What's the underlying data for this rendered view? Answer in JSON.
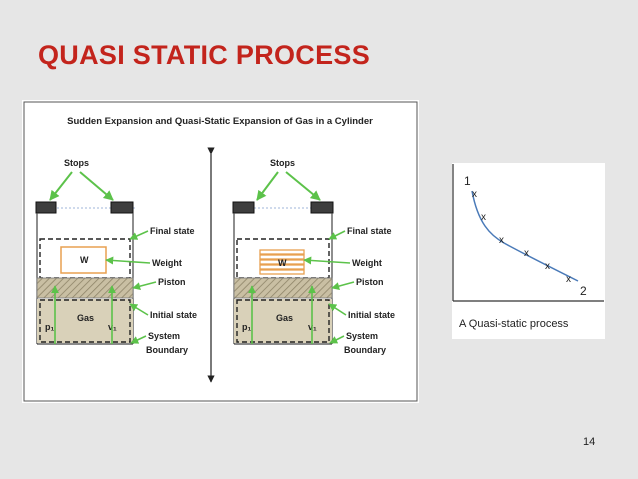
{
  "slide": {
    "title": "QUASI STATIC PROCESS",
    "page_number": "14"
  },
  "main_figure": {
    "title": "Sudden Expansion and Quasi-Static Expansion of Gas in a Cylinder",
    "labels": {
      "stops": "Stops",
      "final_state": "Final state",
      "weight": "Weight",
      "piston": "Piston",
      "initial_state": "Initial state",
      "system": "System",
      "boundary": "Boundary",
      "weight_letter": "W",
      "gas": "Gas",
      "p1": "p₁",
      "v1": "v₁"
    }
  },
  "side_figure": {
    "caption": "A Quasi-static process",
    "state_start": "1",
    "state_end": "2",
    "marker": "x"
  }
}
